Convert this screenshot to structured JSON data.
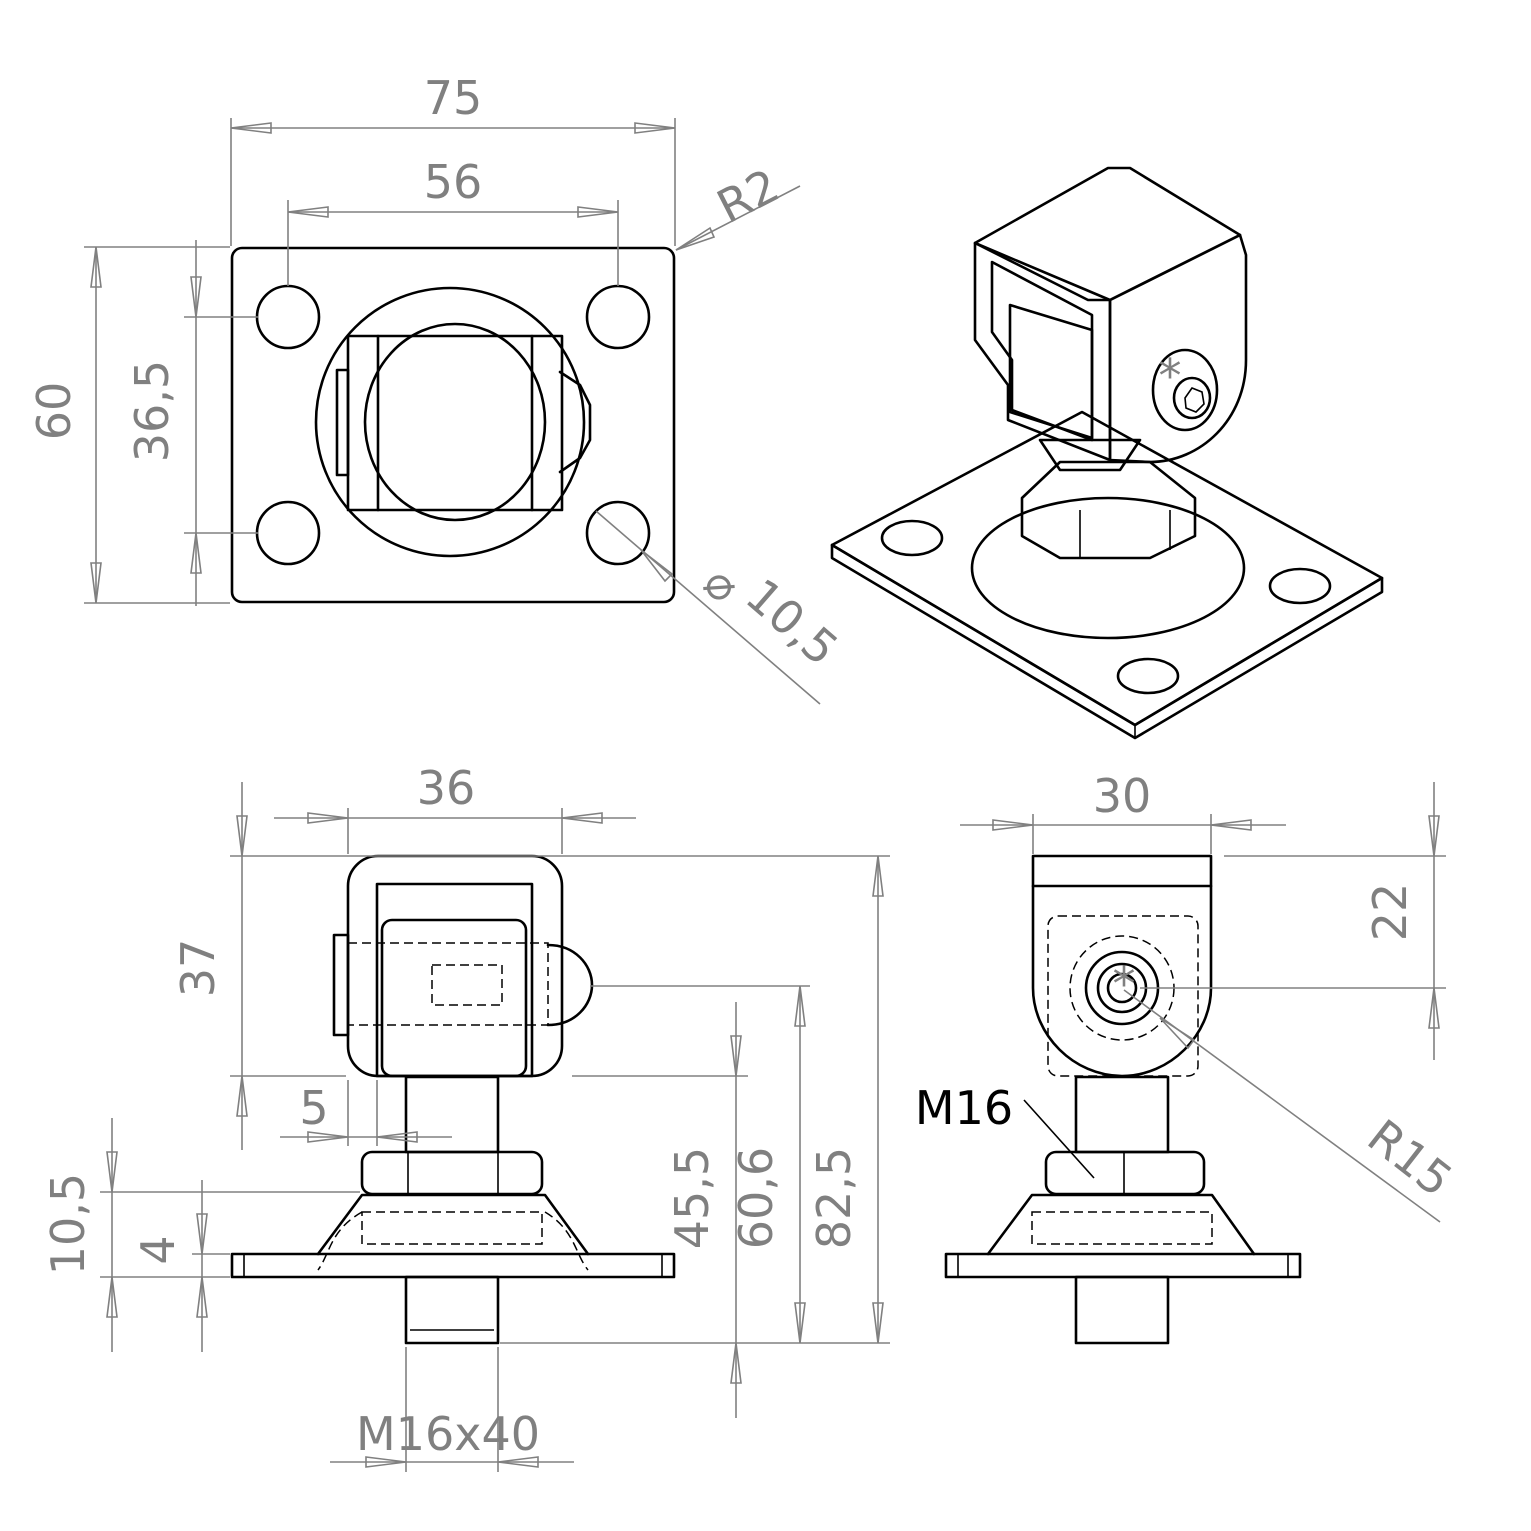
{
  "colors": {
    "part_line": "#000000",
    "dimension_line": "#808080",
    "background": "#ffffff"
  },
  "top_view": {
    "overall_width": "75",
    "hole_spacing_x": "56",
    "corner_radius": "R2",
    "overall_height": "60",
    "hole_spacing_y": "36,5",
    "hole_diameter": "10,5",
    "diameter_symbol": "⌀"
  },
  "front_view": {
    "eye_width": "36",
    "eye_height": "37",
    "offset": "5",
    "base_height": "10,5",
    "plate_thickness": "4",
    "height_1": "45,5",
    "height_2": "60,6",
    "height_total": "82,5",
    "thread": "M16x40"
  },
  "side_view": {
    "eye_width": "30",
    "eye_top_height": "22",
    "eye_radius": "R15",
    "thread": "M16"
  }
}
